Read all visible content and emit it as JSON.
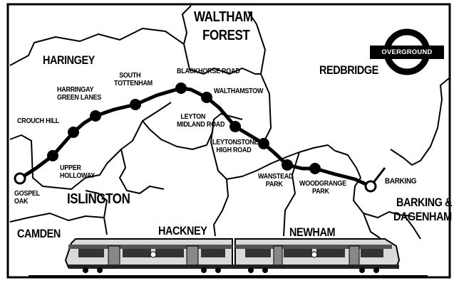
{
  "boroughs": {
    "waltham_forest_1": "WALTHAM",
    "waltham_forest_2": "FOREST",
    "haringey": "HARINGEY",
    "redbridge": "REDBRIDGE",
    "islington": "ISLINGTON",
    "camden": "CAMDEN",
    "hackney": "HACKNEY",
    "newham": "NEWHAM",
    "barking_dagenham_1": "BARKING &",
    "barking_dagenham_2": "DAGENHAM"
  },
  "stations": {
    "gospel_oak_1": "GOSPEL",
    "gospel_oak_2": "OAK",
    "upper_holloway_1": "UPPER",
    "upper_holloway_2": "HOLLOWAY",
    "crouch_hill": "CROUCH HILL",
    "harringay_1": "HARRINGAY",
    "harringay_2": "GREEN LANES",
    "south_tottenham_1": "SOUTH",
    "south_tottenham_2": "TOTTENHAM",
    "blackhorse_road": "BLACKHORSE ROAD",
    "walthamstow": "WALTHAMSTOW",
    "leyton_1": "LEYTON",
    "leyton_2": "MIDLAND ROAD",
    "leytonstone_1": "LEYTONSTONE",
    "leytonstone_2": "HIGH ROAD",
    "wanstead_1": "WANSTEAD",
    "wanstead_2": "PARK",
    "woodgrange_1": "WOODGRANGE",
    "woodgrange_2": "PARK",
    "barking": "BARKING"
  },
  "logo": {
    "text": "OVERGROUND",
    "ring_color": "#000000",
    "bar_color": "#000000"
  },
  "colors": {
    "line": "#000000",
    "background": "#ffffff",
    "train_body": "#d9d9d9"
  },
  "icons": [
    "roundel-icon",
    "train-icon"
  ]
}
